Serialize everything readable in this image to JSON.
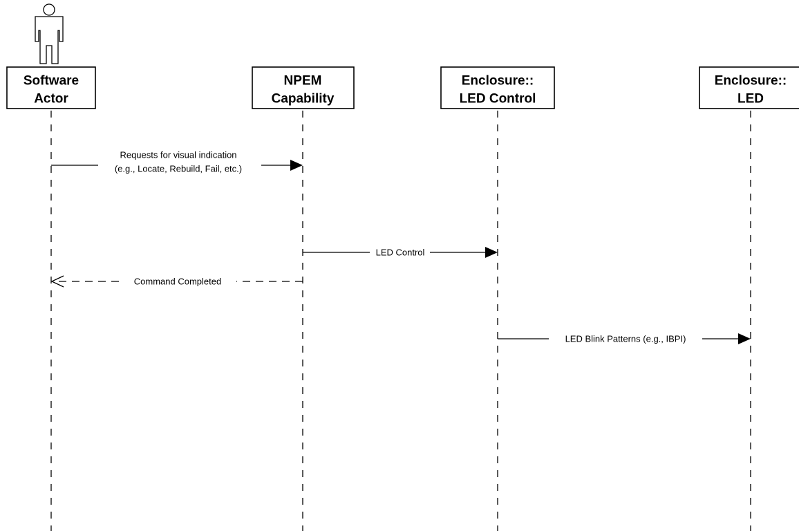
{
  "participants": [
    {
      "id": "software-actor",
      "lines": [
        "Software",
        "Actor"
      ],
      "is_actor": true
    },
    {
      "id": "npem-capability",
      "lines": [
        "NPEM",
        "Capability"
      ],
      "is_actor": false
    },
    {
      "id": "enclosure-led-control",
      "lines": [
        "Enclosure::",
        "LED Control"
      ],
      "is_actor": false
    },
    {
      "id": "enclosure-led",
      "lines": [
        "Enclosure::",
        "LED"
      ],
      "is_actor": false
    }
  ],
  "messages": [
    {
      "id": "request-visual-indication",
      "from": "software-actor",
      "to": "npem-capability",
      "style": "solid",
      "lines": [
        "Requests for visual indication",
        "(e.g., Locate, Rebuild, Fail, etc.)"
      ]
    },
    {
      "id": "led-control",
      "from": "npem-capability",
      "to": "enclosure-led-control",
      "style": "solid",
      "lines": [
        "LED Control"
      ]
    },
    {
      "id": "command-completed",
      "from": "npem-capability",
      "to": "software-actor",
      "style": "dashed",
      "lines": [
        "Command Completed"
      ]
    },
    {
      "id": "led-blink-patterns",
      "from": "enclosure-led-control",
      "to": "enclosure-led",
      "style": "solid",
      "lines": [
        "LED Blink Patterns (e.g., IBPI)"
      ]
    }
  ]
}
